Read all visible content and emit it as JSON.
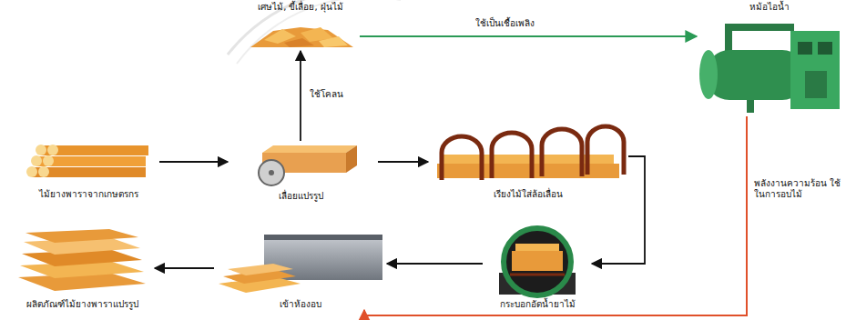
{
  "diagram": {
    "nodes": [
      {
        "text": [
          "เศษไม้, ขี้เลื่อย, ฝุ่นไม้"
        ]
      },
      {
        "text": [
          "หม้อไอน้ำ"
        ]
      },
      {
        "text": [
          "ไม้ยางพาราจากเกษตรกร"
        ]
      },
      {
        "text": [
          "เลื่อยแปรรูป"
        ]
      },
      {
        "text": [
          "เรียงไม้ใส่ล้อเลื่อน"
        ]
      },
      {
        "text": [
          "กระบอกอัดน้ำยาไม้"
        ]
      },
      {
        "text": [
          "เข้าห้องอบ"
        ]
      },
      {
        "text": [
          "ผลิตภัณฑ์ไม้ยางพาราแปรรูป"
        ]
      }
    ],
    "edges": [
      {
        "from": 2,
        "to": 3,
        "arrow": "to"
      },
      {
        "from": 3,
        "to": 0,
        "label": "ใช้โคลน",
        "arrow": "to"
      },
      {
        "from": 3,
        "to": 4,
        "arrow": "to"
      },
      {
        "from": 0,
        "to": 1,
        "label": "ใช้เป็นเชื้อเพลิง",
        "arrow": "to"
      },
      {
        "from": 4,
        "to": 5,
        "arrow": "to"
      },
      {
        "from": 5,
        "to": 6,
        "arrow": "to"
      },
      {
        "from": 6,
        "to": 7,
        "arrow": "to"
      },
      {
        "from": 1,
        "to": 6,
        "label": "พลังงานความร้อน ใช้ในการอบไม้",
        "arrow": "to"
      }
    ]
  }
}
